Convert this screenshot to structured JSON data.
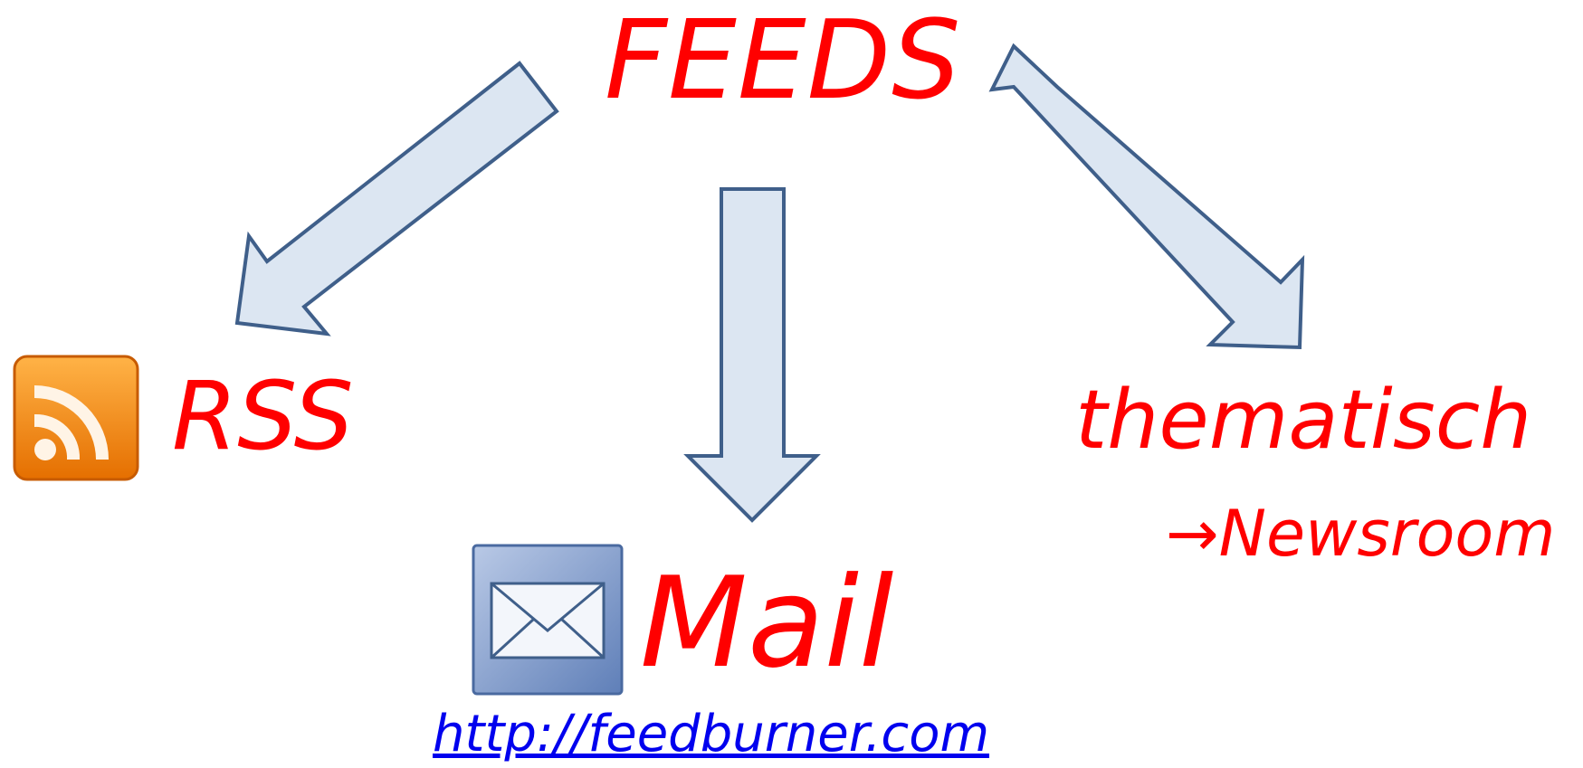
{
  "diagram": {
    "title": "FEEDS",
    "branches": [
      {
        "label": "RSS",
        "icon": "rss-icon"
      },
      {
        "label": "Mail",
        "icon": "mail-envelope-icon",
        "link": "http://feedburner.com"
      },
      {
        "label": "thematisch",
        "sub_label": "→Newsroom"
      }
    ]
  },
  "colors": {
    "text": "#ff0000",
    "arrow_fill": "#dce6f2",
    "arrow_stroke": "#3f5f8a",
    "link": "#0000ee",
    "rss_orange": "#f7931e",
    "mail_blue": "#6f8fc4"
  }
}
